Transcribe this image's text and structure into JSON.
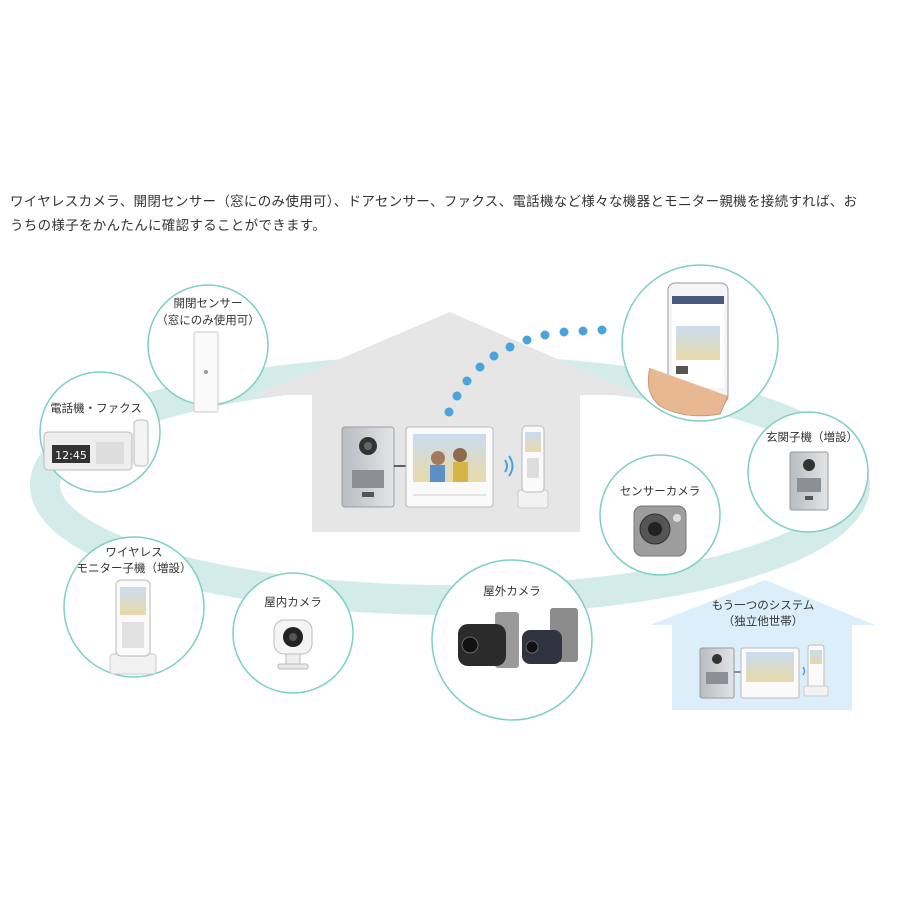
{
  "intro_text": "ワイヤレスカメラ、開閉センサー（窓にのみ使用可）、ドアセンサー、ファクス、電話機など様々な機器とモニター親機を接続すれば、おうちの様子をかんたんに確認することができます。",
  "devices": {
    "open_close_sensor": {
      "line1": "開閉センサー",
      "line2": "（窓にのみ使用可）"
    },
    "phone_fax": {
      "label": "電話機・ファクス",
      "clock": "12:45"
    },
    "wireless_monitor": {
      "line1": "ワイヤレス",
      "line2": "モニター子機（増設）"
    },
    "indoor_camera": {
      "label": "屋内カメラ"
    },
    "outdoor_camera": {
      "label": "屋外カメラ"
    },
    "sensor_camera": {
      "label": "センサーカメラ"
    },
    "entrance_unit": {
      "label": "玄関子機（増設）"
    },
    "smartphone": {
      "label": ""
    },
    "other_system": {
      "line1": "もう一つのシステム",
      "line2": "（独立他世帯）"
    }
  },
  "colors": {
    "ring": "#d3ece9",
    "circle_border": "#7ecfc3",
    "house": "#e6e6e6",
    "dots": "#4aa3dc",
    "other_house": "#dceefa"
  }
}
